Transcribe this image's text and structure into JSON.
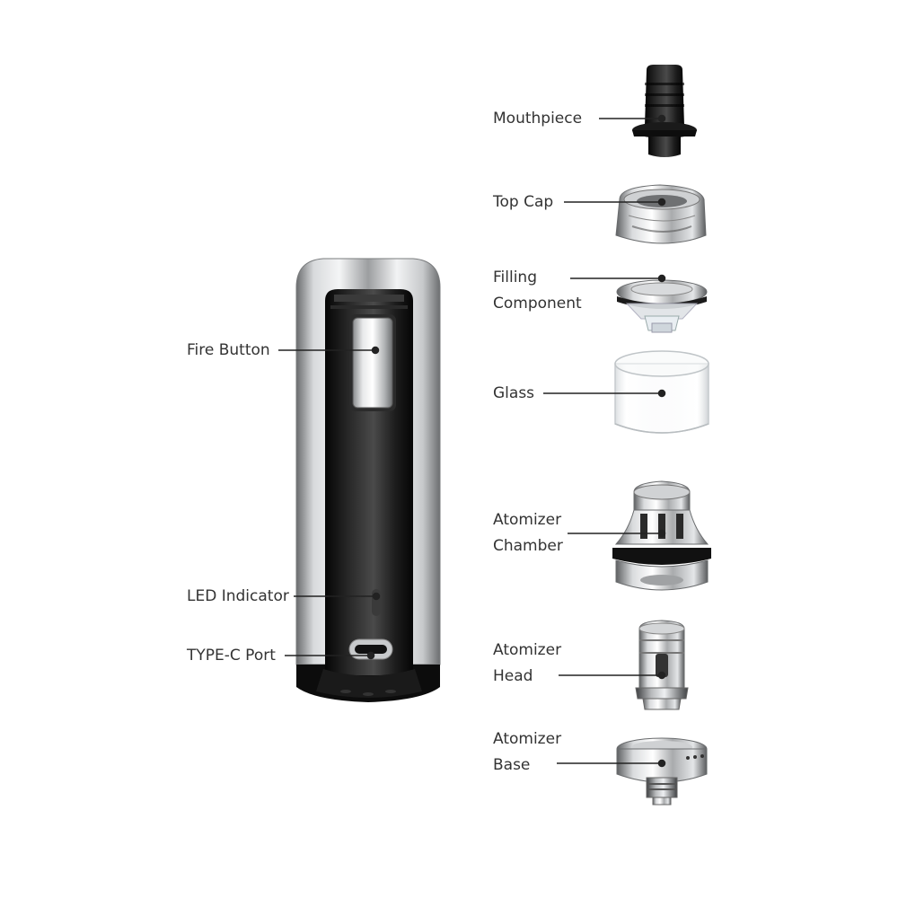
{
  "labels": {
    "mouthpiece": "Mouthpiece",
    "top_cap": "Top Cap",
    "filling_component_line1": "Filling",
    "filling_component_line2": "Component",
    "glass": "Glass",
    "atomizer_chamber_line1": "Atomizer",
    "atomizer_chamber_line2": "Chamber",
    "atomizer_head_line1": "Atomizer",
    "atomizer_head_line2": "Head",
    "atomizer_base_line1": "Atomizer",
    "atomizer_base_line2": "Base",
    "fire_button": "Fire Button",
    "led_indicator": "LED Indicator",
    "typec_port": "TYPE-C Port"
  },
  "colors": {
    "label_text": "#333333",
    "leader_line": "#222222",
    "metal": "#c9cbcd",
    "black_body": "#121212"
  }
}
